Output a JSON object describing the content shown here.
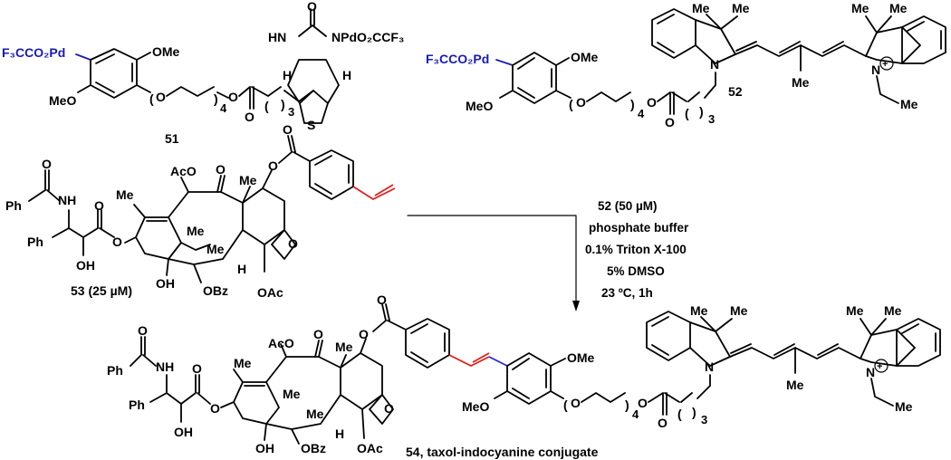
{
  "colors": {
    "ink": "#000000",
    "palladium_blue": "#1a1ab4",
    "reactive_red": "#e0201a",
    "new_bond_blue": "#2a2ad0"
  },
  "compounds": {
    "c51": {
      "number": "51",
      "pd_label": "F₃CCO₂Pd",
      "pd2_label": "NPdO₂CCF₃"
    },
    "c52": {
      "number": "52",
      "pd_label": "F₃CCO₂Pd"
    },
    "c53": {
      "label": "53 (25 µM)"
    },
    "c54": {
      "label": "54, taxol-indocyanine conjugate"
    }
  },
  "groups": {
    "me": "Me",
    "ome": "OMe",
    "meo": "MeO",
    "o": "O",
    "s": "S",
    "h": "H",
    "hn": "HN",
    "nh": "NH",
    "n": "N",
    "ph": "Ph",
    "oh": "OH",
    "aco": "AcO",
    "oac": "OAc",
    "obz": "OBz",
    "plus": "+",
    "sub4": "4",
    "sub3": "3"
  },
  "conditions": {
    "line1": "52 (50 µM)",
    "line2": "phosphate buffer",
    "line3": "0.1% Triton X-100",
    "line4": "5% DMSO",
    "line5": "23 ºC, 1h"
  }
}
